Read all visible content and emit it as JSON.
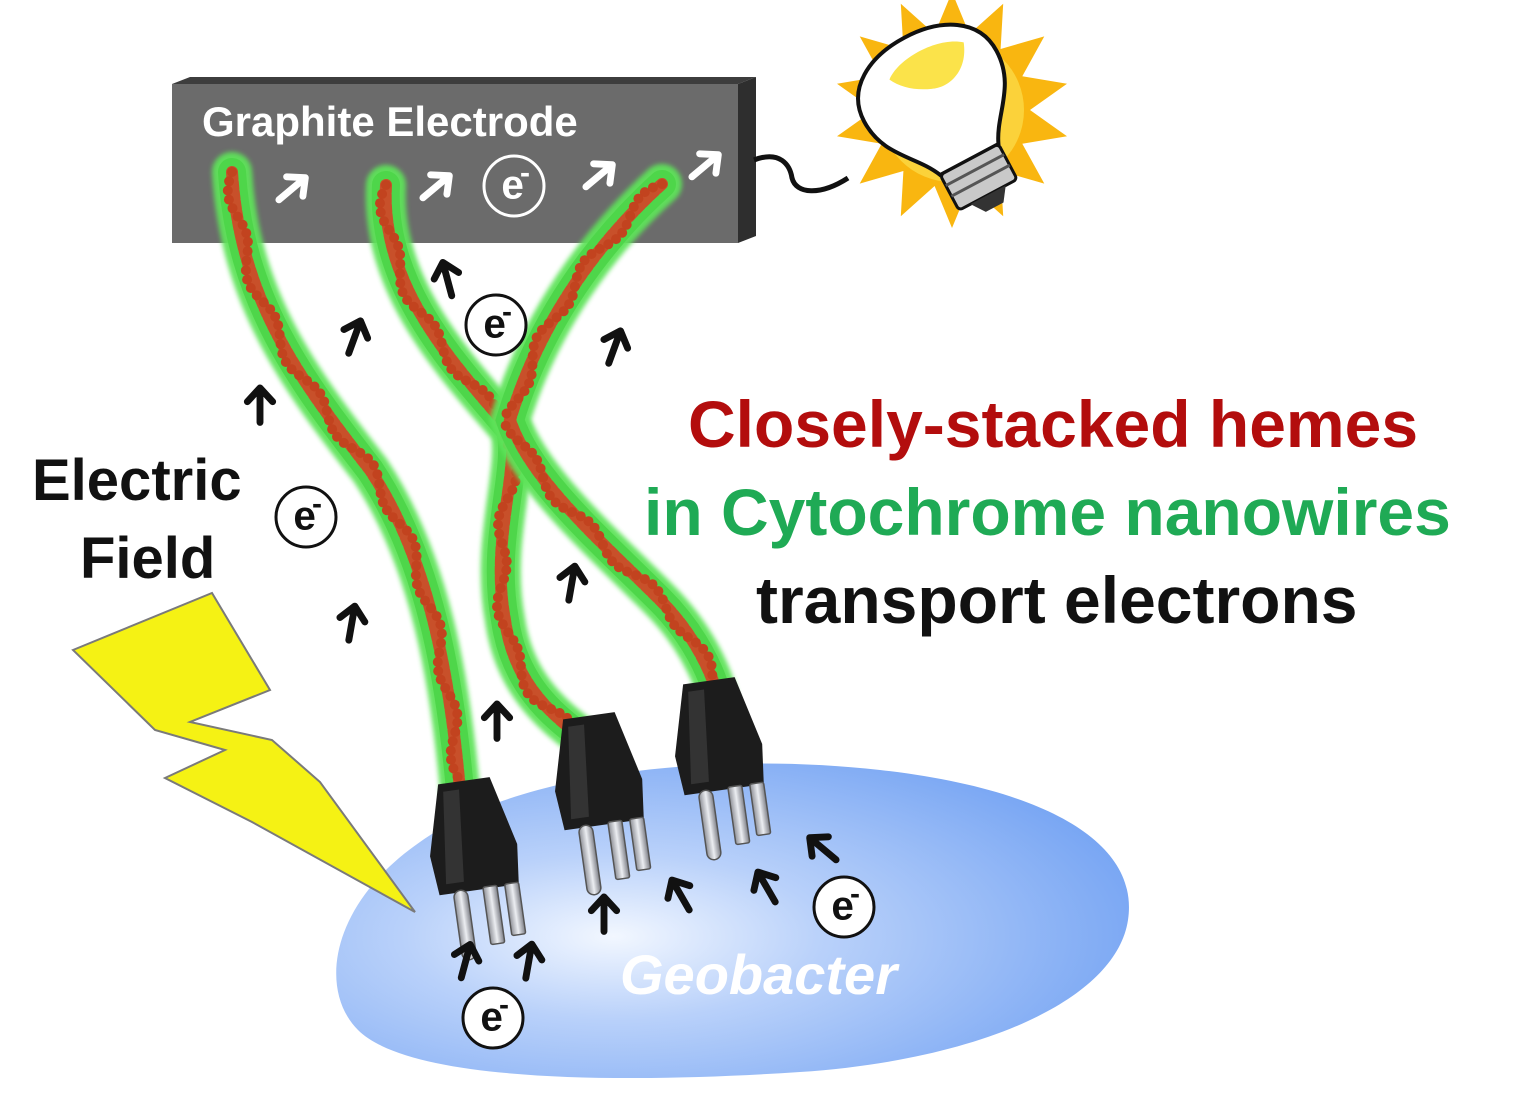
{
  "electrode": {
    "label": "Graphite Electrode"
  },
  "field": {
    "line1": "Electric",
    "line2": "Field"
  },
  "bacterium": {
    "label": "Geobacter"
  },
  "electron": {
    "symbol": "e",
    "charge": "-"
  },
  "headline": {
    "line1": "Closely-stacked hemes",
    "line2": "in Cytochrome nanowires",
    "line3": "transport electrons"
  },
  "colors": {
    "heme_red": "#b30d0d",
    "nanowire_green": "#1faa55",
    "electrode_gray": "#6b6b6b",
    "bacterium_blue": "#7aa8f2",
    "lightning_yellow": "#f5f214",
    "sun_orange": "#f9b610"
  },
  "icons": [
    "light-bulb-icon",
    "sun-icon",
    "lightning-bolt-icon",
    "electrical-plug-icon",
    "arrow-icon",
    "electron-icon"
  ]
}
